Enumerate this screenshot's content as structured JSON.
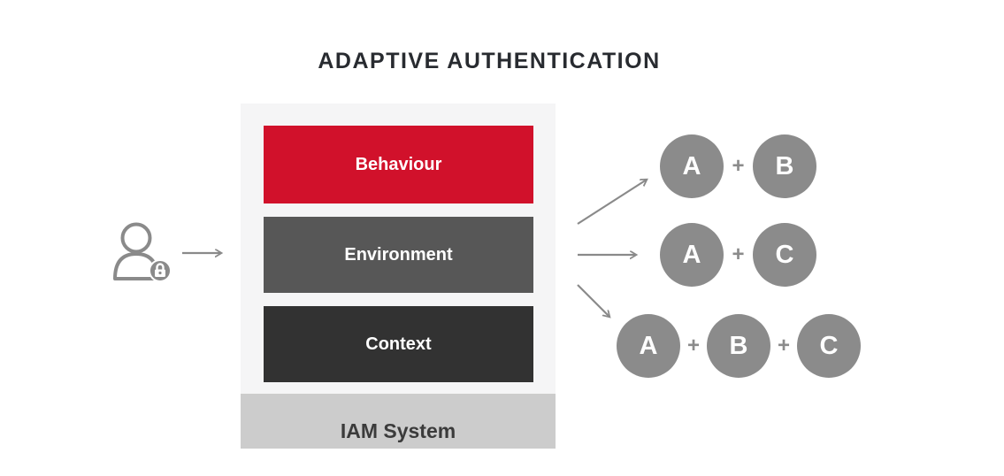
{
  "title": "ADAPTIVE AUTHENTICATION",
  "user": {
    "icon": "user-lock-icon"
  },
  "flow": {
    "input_arrow": "arrow-right-icon",
    "fan_arrows": [
      "arrow-up-right-icon",
      "arrow-right-icon",
      "arrow-down-right-icon"
    ]
  },
  "stack": {
    "layers": [
      {
        "label": "Behaviour",
        "color": "#d1112b"
      },
      {
        "label": "Environment",
        "color": "#575757"
      },
      {
        "label": "Context",
        "color": "#323232"
      }
    ],
    "base": {
      "label": "IAM System",
      "color": "#cccccc"
    }
  },
  "combinations": [
    {
      "factors": [
        "A",
        "B"
      ],
      "separator": "+"
    },
    {
      "factors": [
        "A",
        "C"
      ],
      "separator": "+"
    },
    {
      "factors": [
        "A",
        "B",
        "C"
      ],
      "separator": "+"
    }
  ],
  "colors": {
    "accent_red": "#d1112b",
    "dark_gray": "#323232",
    "mid_gray": "#575757",
    "light_gray_panel": "#f5f5f6",
    "base_band": "#cccccc",
    "circle_gray": "#8b8b8b",
    "title_text": "#282b30",
    "background": "#ffffff"
  }
}
